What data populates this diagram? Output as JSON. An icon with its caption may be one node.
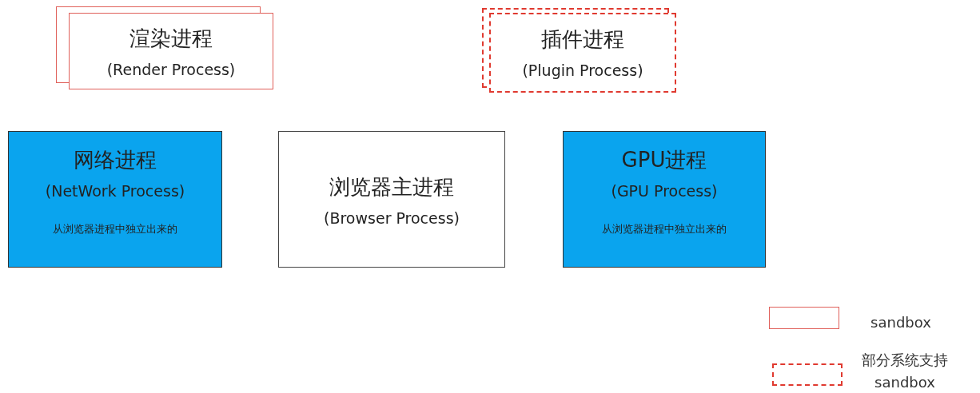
{
  "diagram": {
    "nodes": [
      {
        "text": [
          "渲染进程",
          "(Render Process)"
        ]
      },
      {
        "text": [
          "插件进程",
          "(Plugin Process)"
        ]
      },
      {
        "text": [
          "网络进程",
          "(NetWork Process)",
          "从浏览器进程中独立出来的"
        ]
      },
      {
        "text": [
          "浏览器主进程",
          "(Browser Process)"
        ]
      },
      {
        "text": [
          "GPU进程",
          "(GPU Process)",
          "从浏览器进程中独立出来的"
        ]
      }
    ],
    "legend": [
      {
        "text": "sandbox"
      },
      {
        "text": "部分系统支持 sandbox"
      }
    ]
  }
}
